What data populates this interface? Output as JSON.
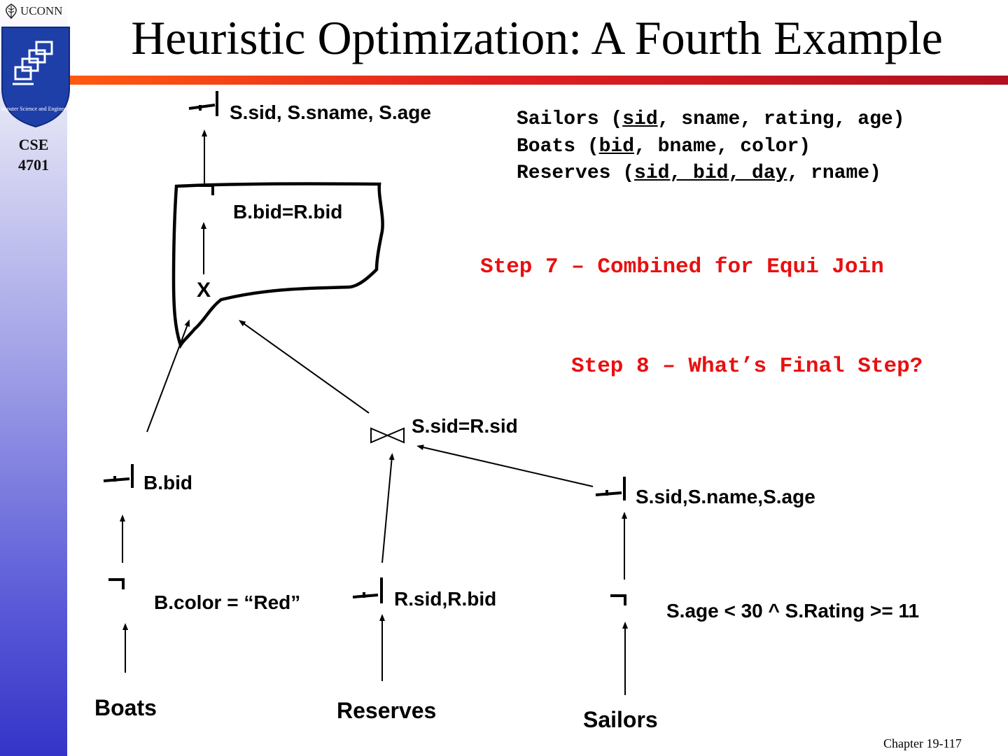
{
  "sidebar": {
    "university": "UCONN",
    "seal_icon": "computer-science-and-engineering-seal-icon",
    "seal_text": "Computer Science and Engineering",
    "course_line1": "CSE",
    "course_line2": "4701"
  },
  "slide": {
    "title": "Heuristic Optimization: A Fourth Example",
    "footer": "Chapter 19-117"
  },
  "schema": {
    "sailors": {
      "pre": "Sailors (",
      "key": "sid",
      "post": ", sname, rating, age)"
    },
    "boats": {
      "pre": "Boats (",
      "key": "bid",
      "post": ", bname, color)"
    },
    "reserves": {
      "pre": "Reserves (",
      "key": "sid, bid, day",
      "post": ", rname)"
    }
  },
  "steps": {
    "step7": "Step 7 – Combined for Equi Join",
    "step8": "Step 8 – What’s Final Step?"
  },
  "tree": {
    "top_projection": "S.sid, S.sname, S.age",
    "join_condition_top": "B.bid=R.bid",
    "cross_product": "X",
    "join_condition_mid": "S.sid=R.sid",
    "proj_boats": "B.bid",
    "proj_sailors": "S.sid,S.name,S.age",
    "proj_reserves": "R.sid,R.bid",
    "select_boats": "B.color = “Red”",
    "select_sailors": "S.age < 30 ^ S.Rating >= 11",
    "rel_boats": "Boats",
    "rel_reserves": "Reserves",
    "rel_sailors": "Sailors"
  },
  "colors": {
    "step_text": "#e81010",
    "sidebar_top": "#ffffff",
    "sidebar_bottom": "#3434c8",
    "rule_left": "#ff5a10",
    "rule_right": "#b01020"
  },
  "icons": [
    "projection-pi-icon",
    "selection-sigma-icon",
    "join-bowtie-icon",
    "arrow-icon"
  ]
}
